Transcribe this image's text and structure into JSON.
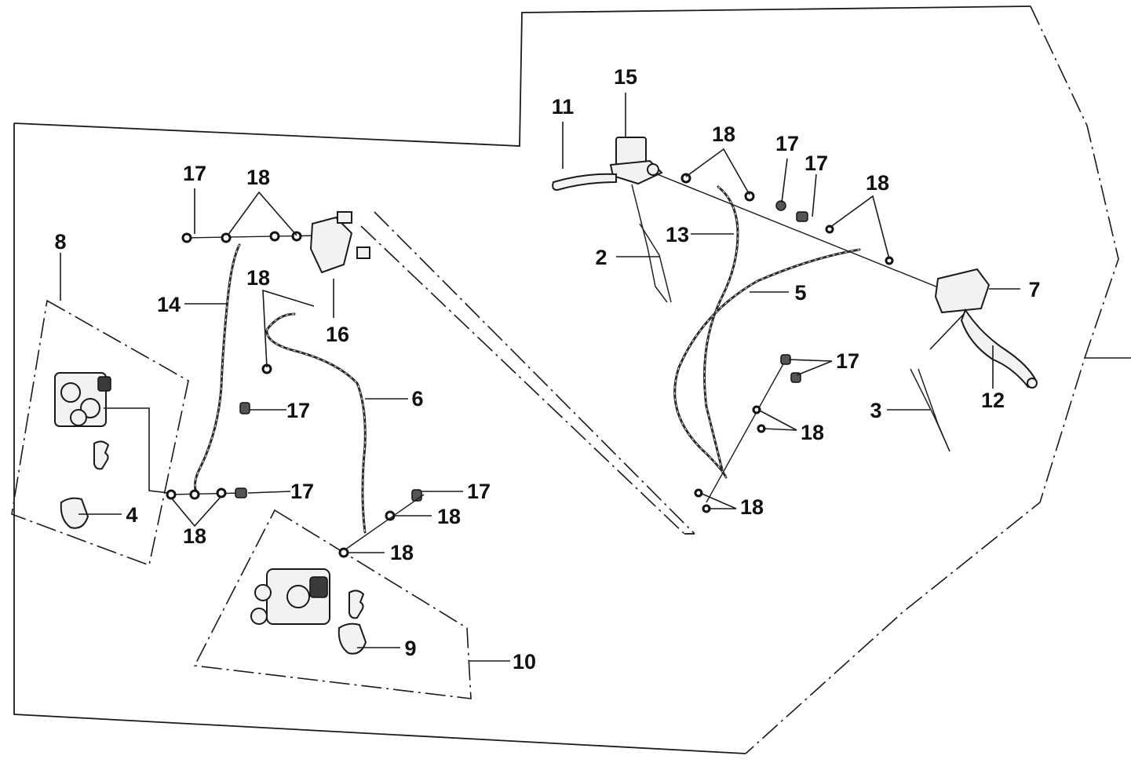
{
  "diagram": {
    "callouts": [
      {
        "id": "c15",
        "text": "15"
      },
      {
        "id": "c11",
        "text": "11"
      },
      {
        "id": "c18a",
        "text": "18"
      },
      {
        "id": "c17a",
        "text": "17"
      },
      {
        "id": "c17b",
        "text": "17"
      },
      {
        "id": "c18b",
        "text": "18"
      },
      {
        "id": "c13",
        "text": "13"
      },
      {
        "id": "c2",
        "text": "2"
      },
      {
        "id": "c5",
        "text": "5"
      },
      {
        "id": "c7",
        "text": "7"
      },
      {
        "id": "c17c",
        "text": "17"
      },
      {
        "id": "c12",
        "text": "12"
      },
      {
        "id": "c3",
        "text": "3"
      },
      {
        "id": "c18c",
        "text": "18"
      },
      {
        "id": "c18d",
        "text": "18"
      },
      {
        "id": "c17d",
        "text": "17"
      },
      {
        "id": "c18e",
        "text": "18"
      },
      {
        "id": "c8",
        "text": "8"
      },
      {
        "id": "c14",
        "text": "14"
      },
      {
        "id": "c18f",
        "text": "18"
      },
      {
        "id": "c16",
        "text": "16"
      },
      {
        "id": "c6",
        "text": "6"
      },
      {
        "id": "c17e",
        "text": "17"
      },
      {
        "id": "c17f",
        "text": "17"
      },
      {
        "id": "c4",
        "text": "4"
      },
      {
        "id": "c18g",
        "text": "18"
      },
      {
        "id": "c17g",
        "text": "17"
      },
      {
        "id": "c18h",
        "text": "18"
      },
      {
        "id": "c18i",
        "text": "18"
      },
      {
        "id": "c9",
        "text": "9"
      },
      {
        "id": "c10",
        "text": "10"
      }
    ]
  }
}
